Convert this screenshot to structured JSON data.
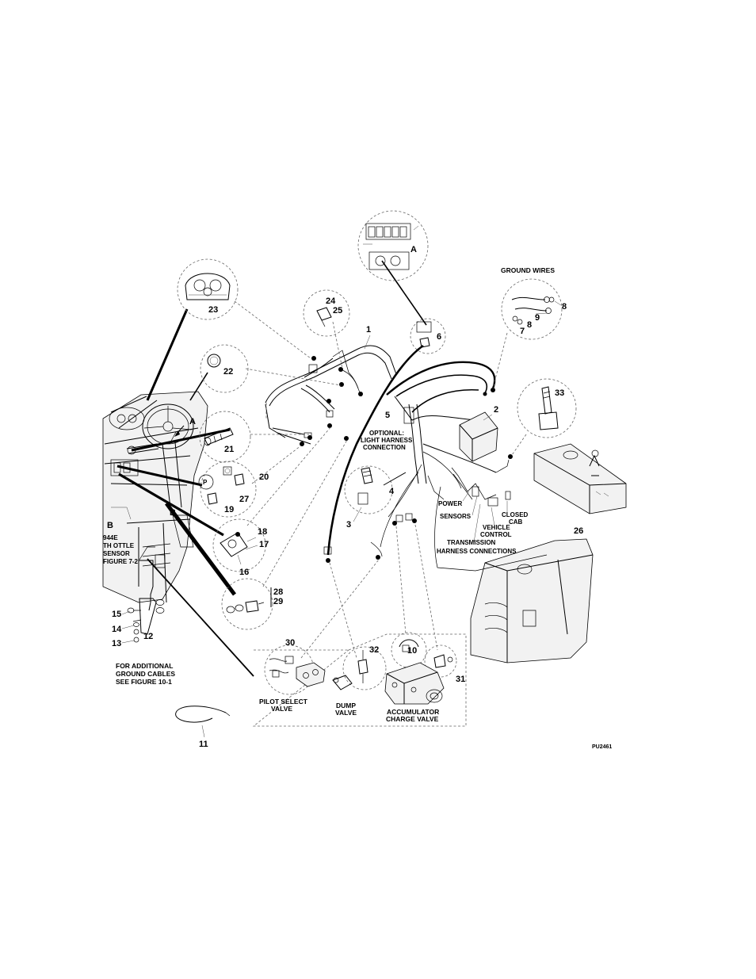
{
  "callouts": {
    "c1": "1",
    "c2": "2",
    "c3": "3",
    "c4": "4",
    "c5": "5",
    "c6": "6",
    "c7": "7",
    "c8a": "8",
    "c8b": "8",
    "c9": "9",
    "c10": "10",
    "c11": "11",
    "c12": "12",
    "c13": "13",
    "c14": "14",
    "c15": "15",
    "c16": "16",
    "c17": "17",
    "c18": "18",
    "c19": "19",
    "c20": "20",
    "c21": "21",
    "c22": "22",
    "c23": "23",
    "c24": "24",
    "c25": "25",
    "c26": "26",
    "c27": "27",
    "c28": "28",
    "c29": "29",
    "c30": "30",
    "c31": "31",
    "c32": "32",
    "c33": "33"
  },
  "detail_letters": {
    "a_top": "A",
    "a_dash": "A",
    "b_main": "B",
    "b_detail": "B"
  },
  "labels": {
    "ground_wires": "GROUND WIRES",
    "optional_l1": "OPTIONAL:",
    "optional_l2": "LIGHT HARNESS",
    "optional_l3": "CONNECTION",
    "power": "POWER",
    "sensors": "SENSORS",
    "closed_cab_l1": "CLOSED",
    "closed_cab_l2": "CAB",
    "vehicle_control_l1": "VEHICLE",
    "vehicle_control_l2": "CONTROL",
    "transmission": "TRANSMISSION",
    "harness_connections": "HARNESS CONNECTIONS",
    "throttle_l1": "944E",
    "throttle_l2": "TH OTTLE",
    "throttle_l3": "SENSOR",
    "throttle_l4": "FIGURE 7-2",
    "ground_cables_l1": "FOR ADDITIONAL",
    "ground_cables_l2": "GROUND CABLES",
    "ground_cables_l3": "SEE FIGURE 10-1",
    "pilot_select_l1": "PILOT SELECT",
    "pilot_select_l2": "VALVE",
    "dump_l1": "DUMP",
    "dump_l2": "VALVE",
    "accumulator_l1": "ACCUMULATOR",
    "accumulator_l2": "CHARGE VALVE",
    "figure_code": "PU2461"
  }
}
